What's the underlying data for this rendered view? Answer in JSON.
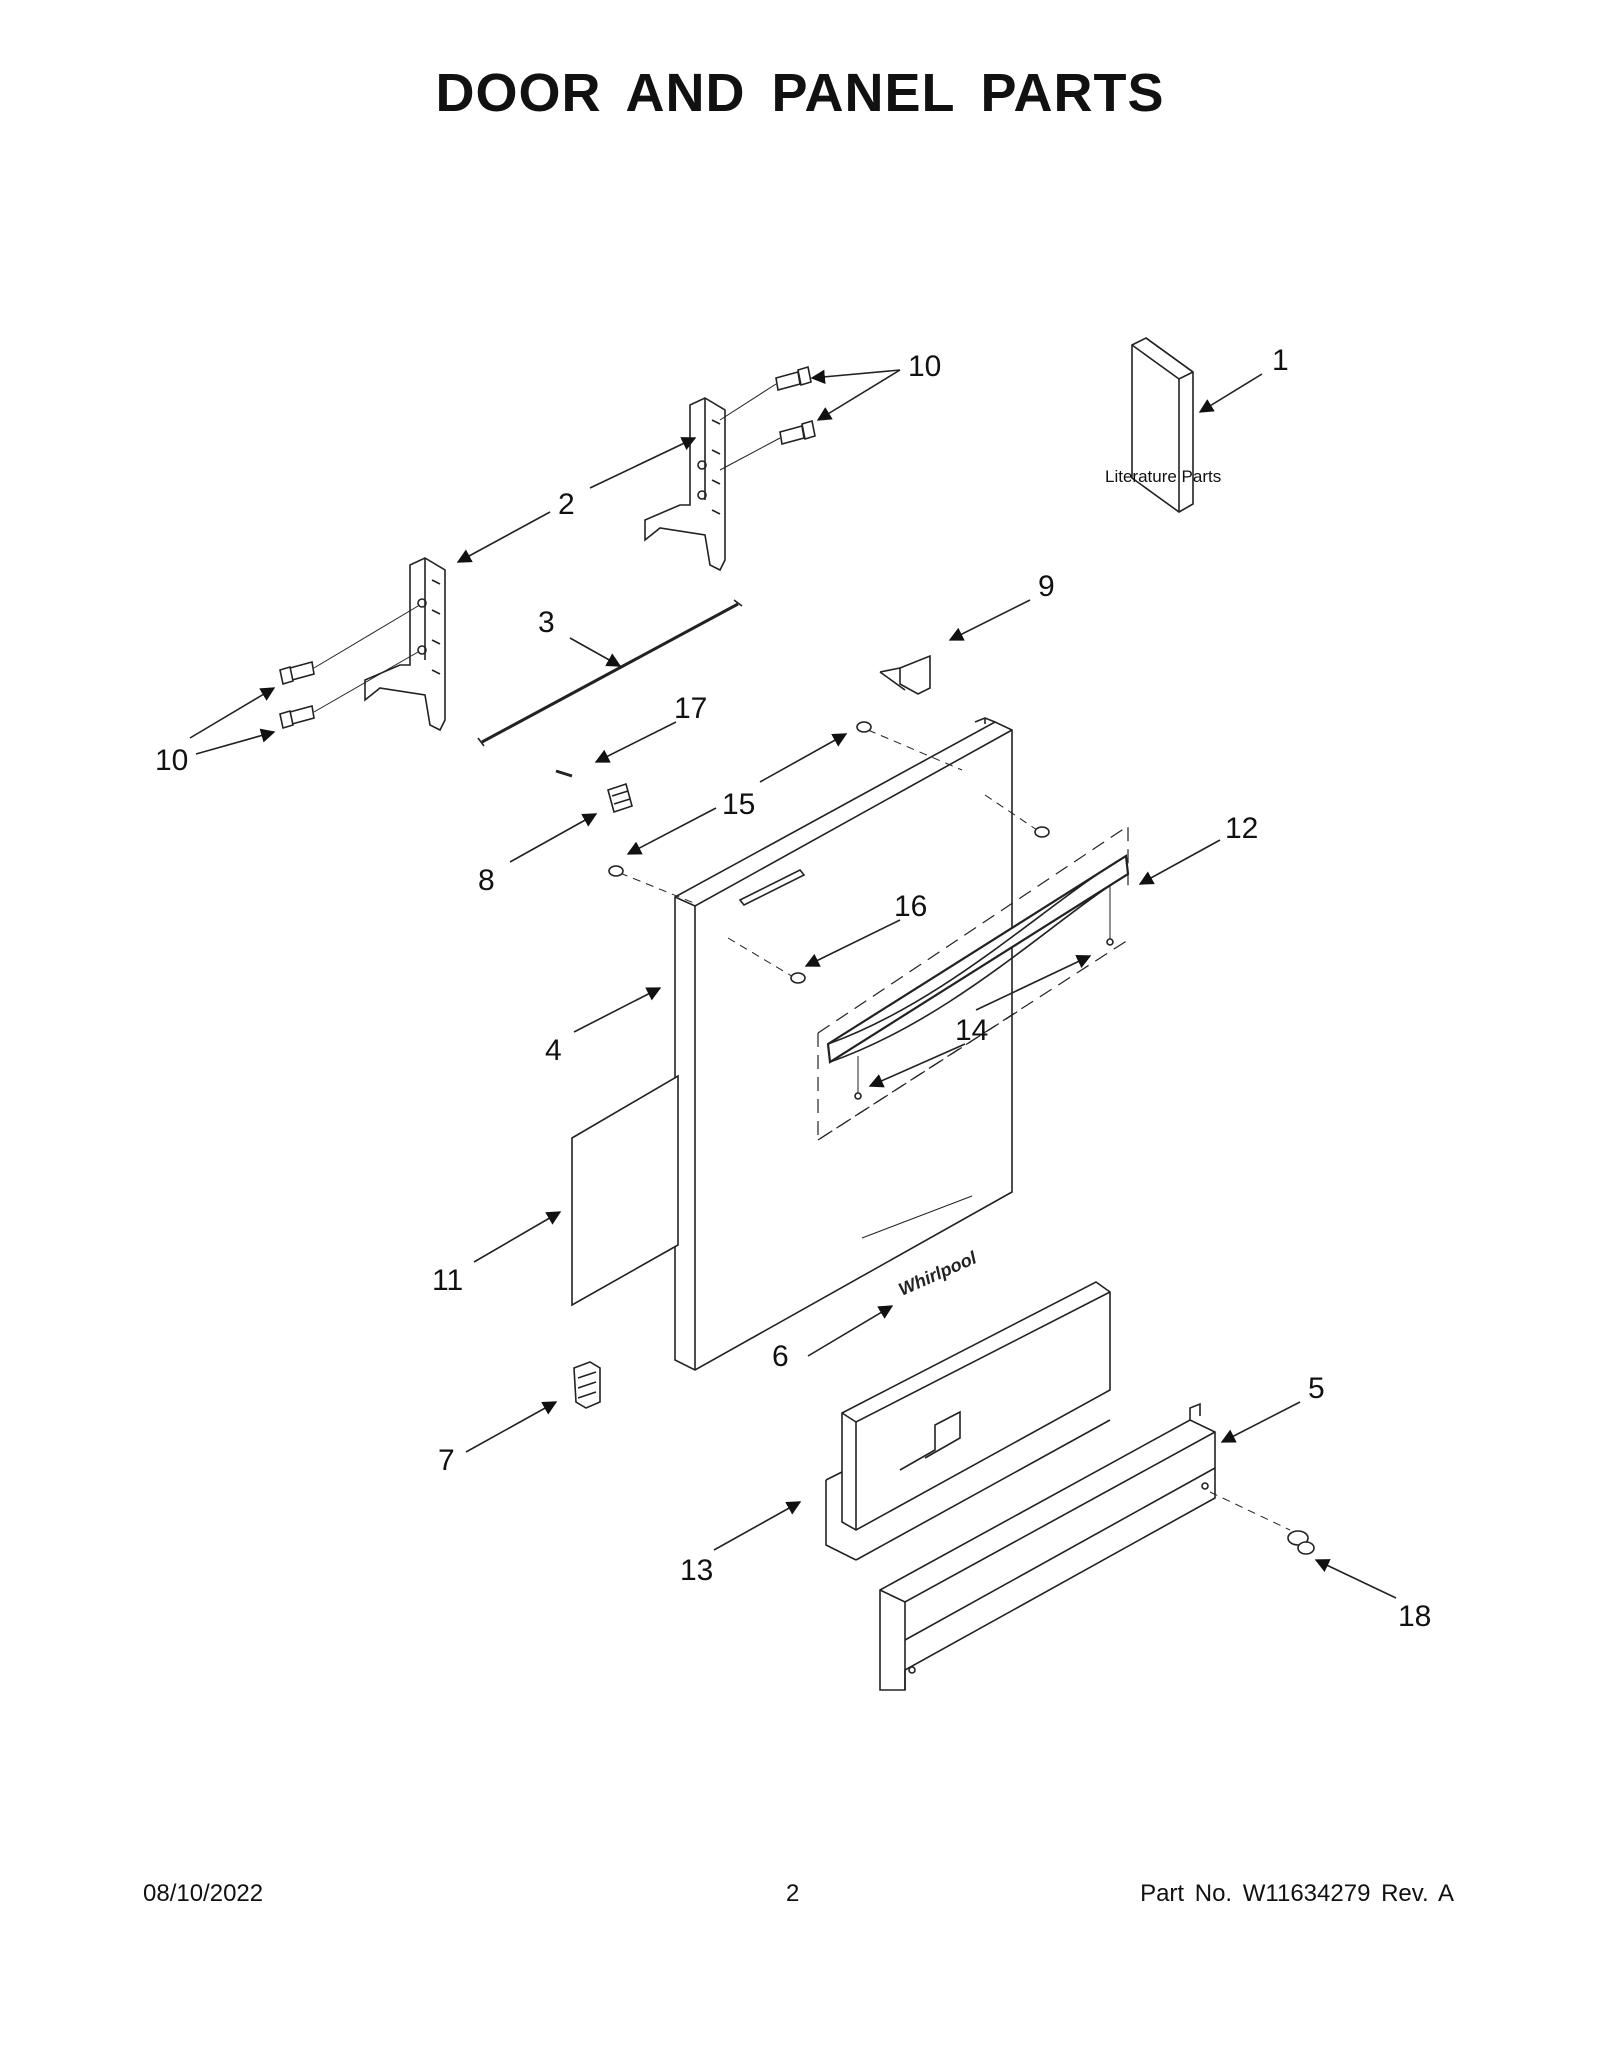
{
  "page": {
    "title": "DOOR AND PANEL PARTS",
    "footer": {
      "date": "08/10/2022",
      "page_number": "2",
      "part_number": "Part No.  W11634279  Rev.  A"
    }
  },
  "diagram": {
    "literature_label": "Literature Parts",
    "brand_label": "Whirlpool",
    "callouts": {
      "c1": "1",
      "c2": "2",
      "c3": "3",
      "c4": "4",
      "c5": "5",
      "c6": "6",
      "c7": "7",
      "c8": "8",
      "c9": "9",
      "c10a": "10",
      "c10b": "10",
      "c11": "11",
      "c12": "12",
      "c13": "13",
      "c14": "14",
      "c15": "15",
      "c16": "16",
      "c17": "17",
      "c18": "18"
    }
  }
}
